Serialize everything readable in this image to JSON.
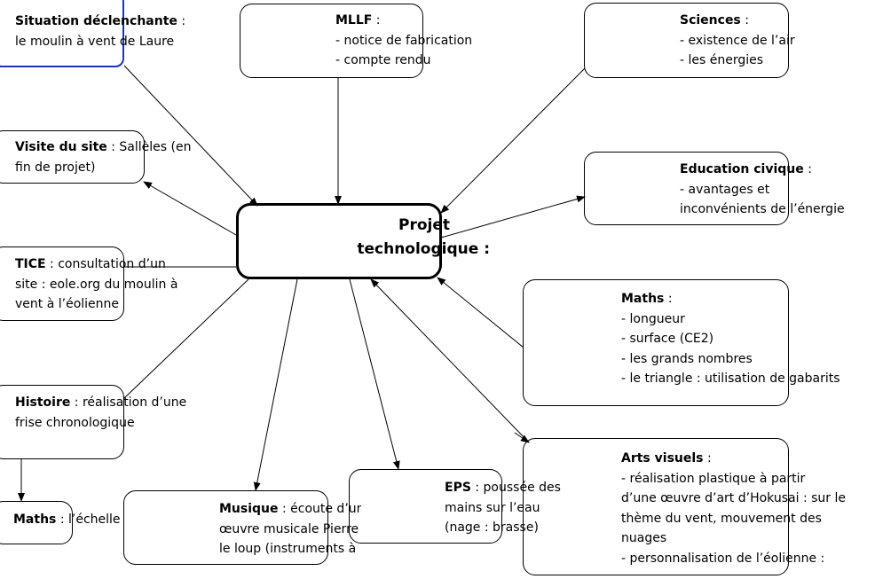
{
  "center": {
    "line1": "Projet",
    "line2": "technologique :"
  },
  "nodes": {
    "situation": {
      "head": "Situation déclenchante",
      "sep": " :",
      "lines": [
        "le moulin à vent de Laure"
      ]
    },
    "mllf": {
      "head": "MLLF",
      "sep": " :",
      "lines": [
        "- notice de fabrication",
        "- compte rendu"
      ]
    },
    "sciences": {
      "head": "Sciences",
      "sep": " :",
      "lines": [
        "- existence de l’air",
        "- les énergies"
      ]
    },
    "visite": {
      "head": "Visite du site",
      "first": " : Sallèles (en",
      "lines": [
        "fin de projet)"
      ]
    },
    "civique": {
      "head": "Education civique",
      "sep": " :",
      "lines": [
        "- avantages et",
        "inconvénients de l’énergie"
      ]
    },
    "tice": {
      "head": "TICE",
      "first": " : consultation d’un",
      "lines": [
        "site : eole.org du moulin à",
        "vent à l’éolienne"
      ]
    },
    "maths1": {
      "head": "Maths",
      "sep": " :",
      "lines": [
        "- longueur",
        "- surface (CE2)",
        "- les grands nombres",
        "- le triangle : utilisation de gabarits"
      ]
    },
    "histoire": {
      "head": "Histoire",
      "first": " : réalisation d’une",
      "lines": [
        "frise chronologique"
      ]
    },
    "maths2": {
      "head": "Maths",
      "first": " : l’échelle"
    },
    "musique": {
      "head": "Musique",
      "first": " : écoute d’une",
      "lines": [
        "œuvre musicale Pierre et",
        "le loup (instruments à"
      ]
    },
    "eps": {
      "head": "EPS",
      "first": " : poussée des",
      "lines": [
        "mains sur l’eau",
        "(nage : brasse)"
      ]
    },
    "arts": {
      "head": "Arts visuels",
      "sep": " :",
      "lines": [
        "- réalisation plastique à partir",
        "d’une œuvre d’art d’Hokusai : sur le",
        "thème du vent, mouvement des",
        "nuages",
        "- personnalisation de l’éolienne :"
      ]
    }
  },
  "colors": {
    "highlight_border": "#1b32c9",
    "line": "#000000"
  }
}
